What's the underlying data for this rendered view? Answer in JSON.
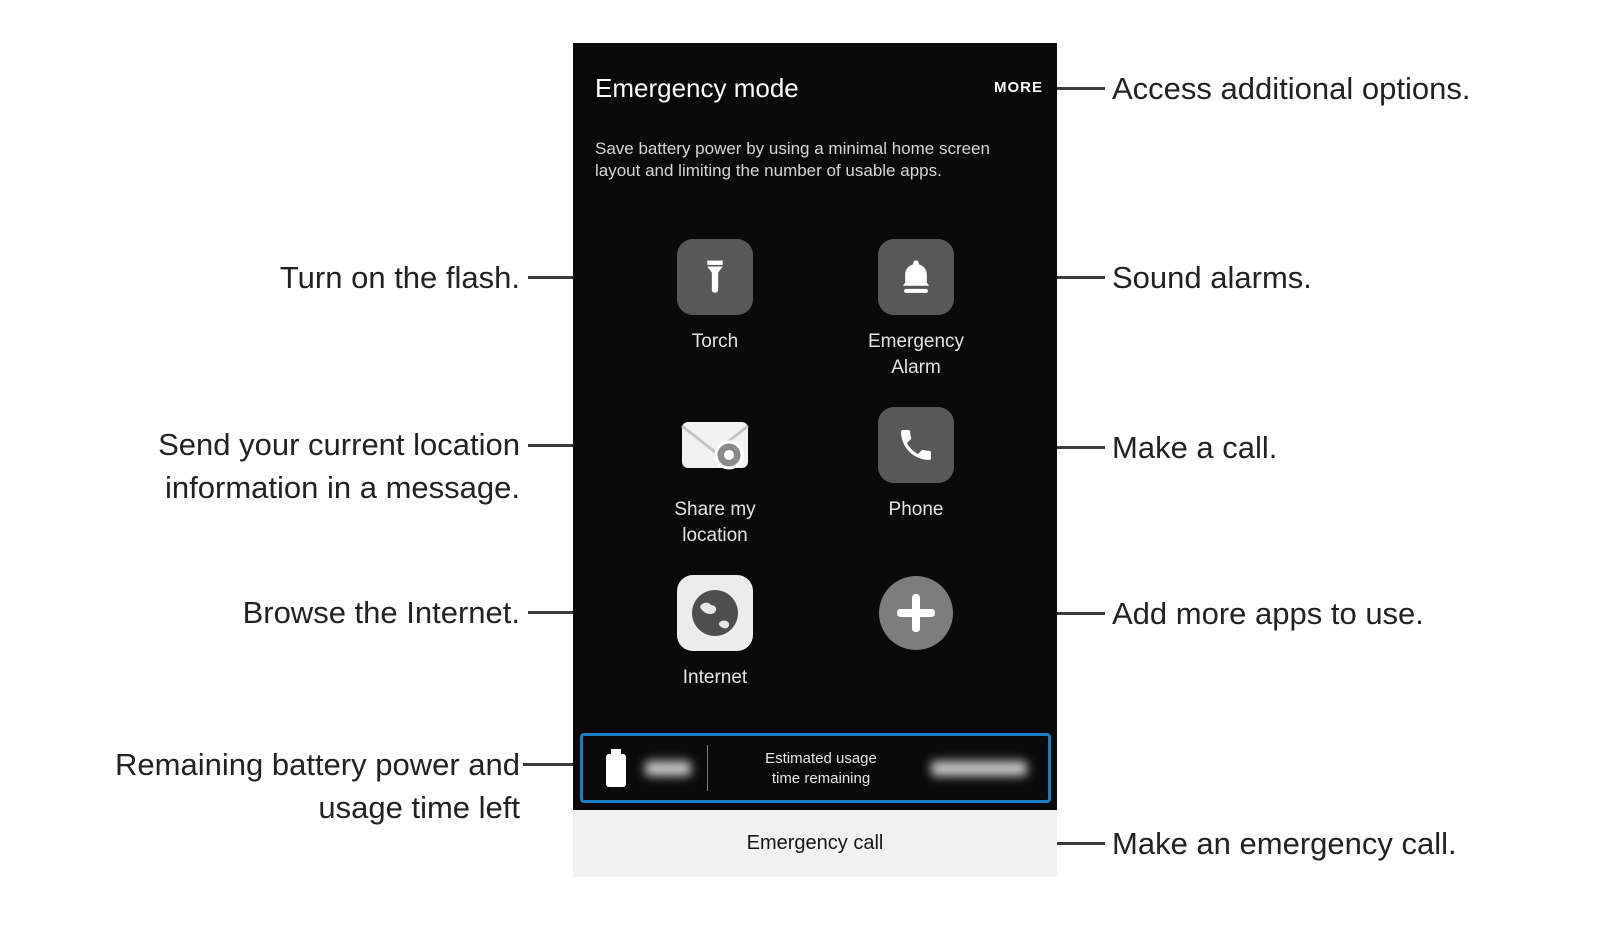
{
  "phone": {
    "title": "Emergency mode",
    "more_label": "MORE",
    "description": "Save battery power by using a minimal home screen\nlayout and limiting the number of usable apps.",
    "apps": [
      {
        "label": "Torch"
      },
      {
        "label": "Emergency\nAlarm"
      },
      {
        "label": "Share my\nlocation"
      },
      {
        "label": "Phone"
      },
      {
        "label": "Internet"
      },
      {
        "label": ""
      }
    ],
    "battery": {
      "estimated_label": "Estimated usage\ntime remaining",
      "highlight_color": "#1e7dc0",
      "percent_redacted": true,
      "time_redacted": true
    },
    "emergency_call_label": "Emergency call"
  },
  "annotations": {
    "left": [
      {
        "text": "Turn on the flash."
      },
      {
        "text": "Send your current location\ninformation in a message."
      },
      {
        "text": "Browse the Internet."
      },
      {
        "text": "Remaining battery power and\nusage time left"
      }
    ],
    "right": [
      {
        "text": "Access additional options."
      },
      {
        "text": "Sound alarms."
      },
      {
        "text": "Make a call."
      },
      {
        "text": "Add more apps to use."
      },
      {
        "text": "Make an emergency call."
      }
    ]
  }
}
